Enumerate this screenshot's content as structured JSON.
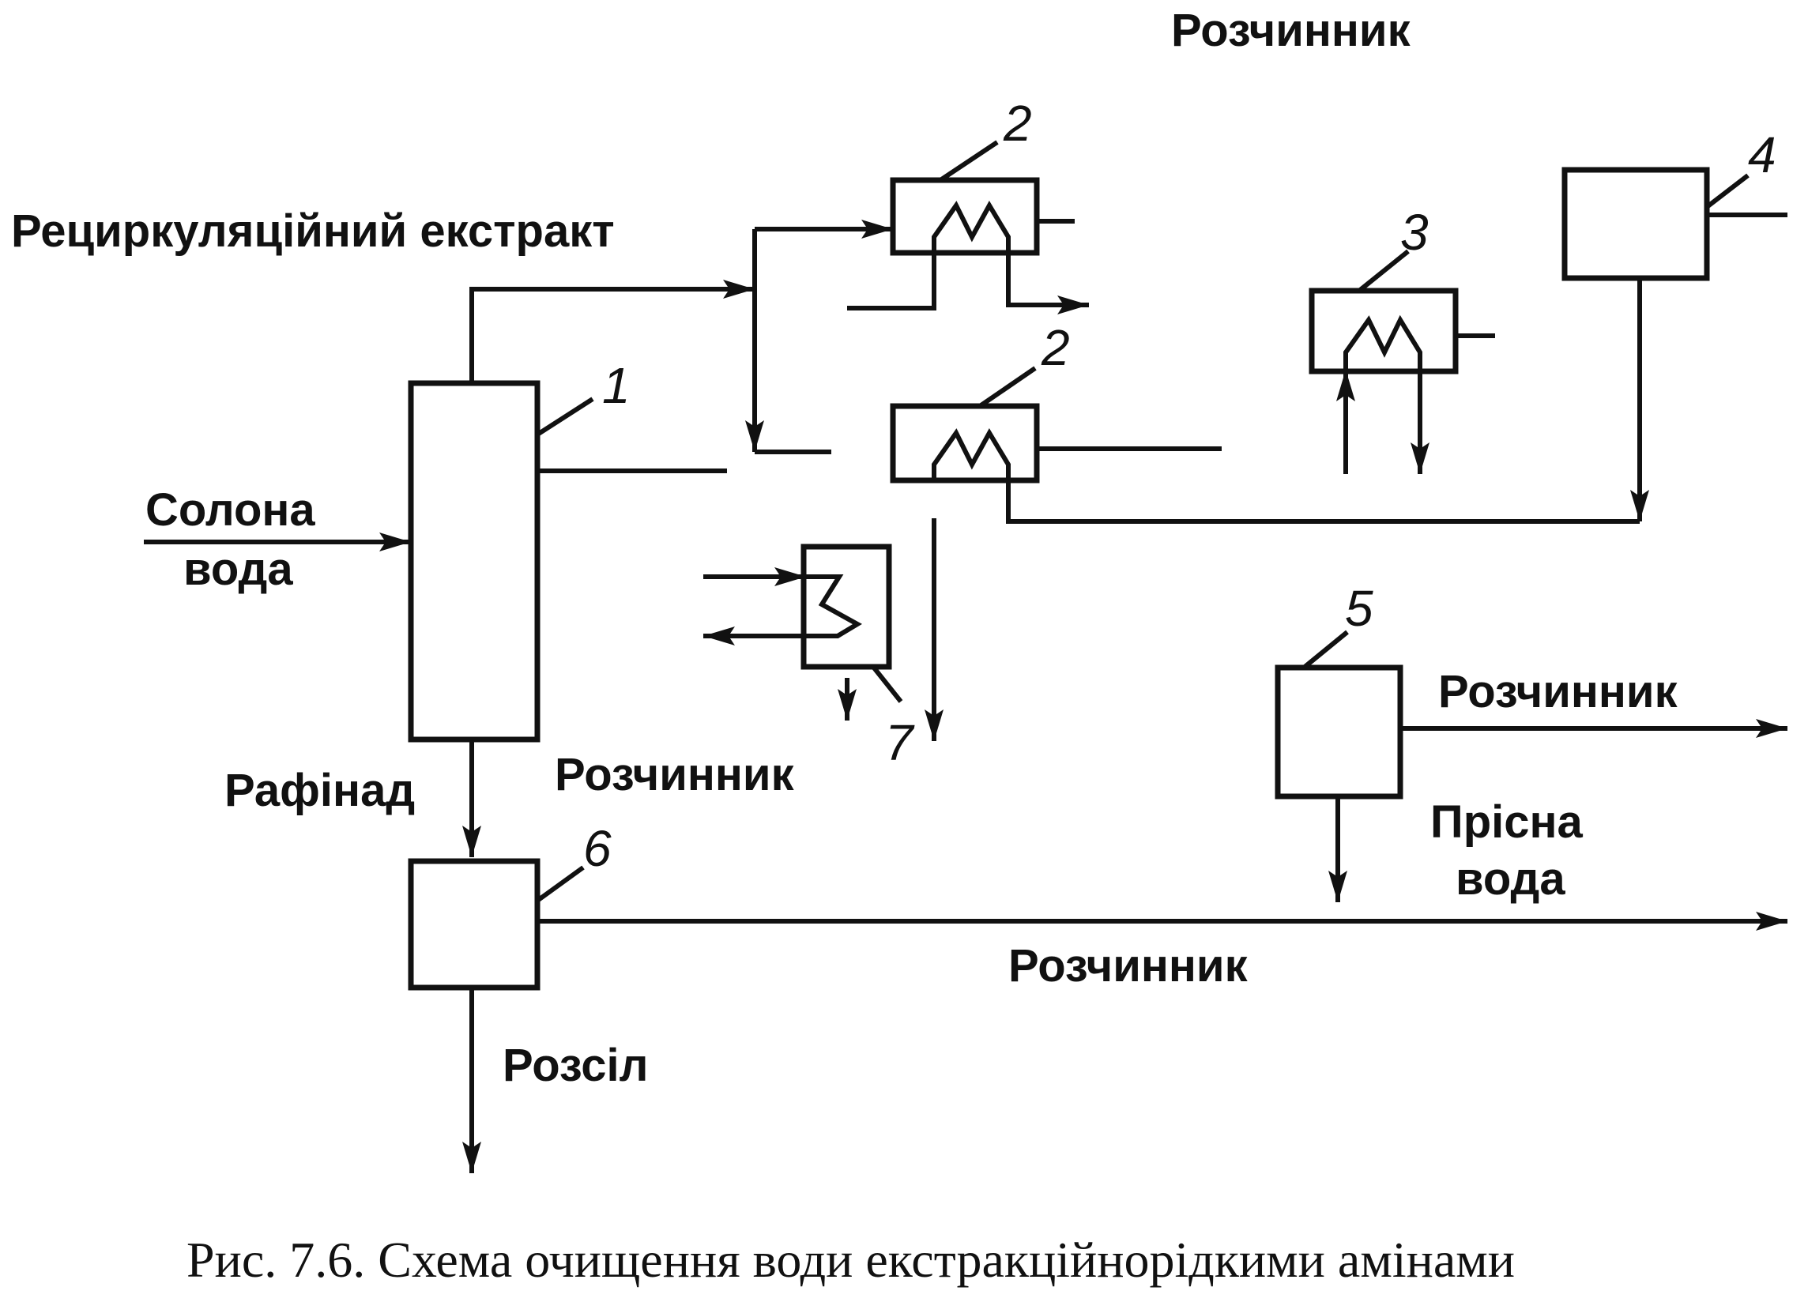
{
  "labels": {
    "solvent_top": "Розчинник",
    "recycle_extract": "Рециркуляційний екстракт",
    "saline_water_1": "Солона",
    "saline_water_2": "вода",
    "solvent_right": "Розчинник",
    "fresh_water_1": "Прісна",
    "fresh_water_2": "вода",
    "raffinate": "Рафінад",
    "solvent_bottom_left": "Розчинник",
    "solvent_bottom": "Розчинник",
    "brine": "Розсіл"
  },
  "numbers": {
    "n1": "1",
    "n2a": "2",
    "n2b": "2",
    "n3": "3",
    "n4": "4",
    "n5": "5",
    "n6": "6",
    "n7": "7"
  },
  "caption": "Рис. 7.6. Схема очищення води екстракційнорідкими амінами"
}
